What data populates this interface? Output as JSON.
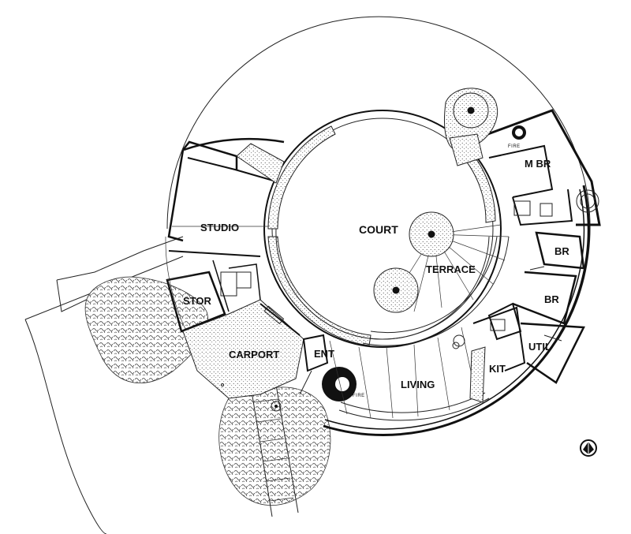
{
  "rooms": {
    "court": "COURT",
    "studio": "STUDIO",
    "stor": "STOR",
    "carport": "CARPORT",
    "ent": "ENT",
    "living": "LIVING",
    "kit": "KIT",
    "util": "UTIL",
    "terrace": "TERRACE",
    "br_upper": "BR",
    "br_lower": "BR",
    "master_br": "M BR"
  },
  "fireplace_labels": {
    "master": "FIRE",
    "entry": "FIRE"
  },
  "icons": {
    "north_arrow": "north-arrow-icon"
  },
  "colors": {
    "ink": "#111111",
    "paper": "#ffffff"
  }
}
